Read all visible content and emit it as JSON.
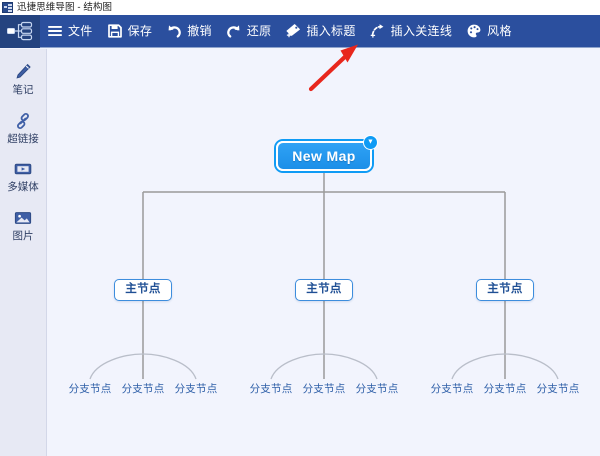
{
  "window": {
    "title": "迅捷思维导图 - 结构图",
    "app_icon": "mindmap-app-icon"
  },
  "toolbar": {
    "logo_icon": "mindmap-logo-icon",
    "background_color": "#2b4f9e",
    "items": [
      {
        "label": "文件",
        "icon": "hamburger-menu-icon"
      },
      {
        "label": "保存",
        "icon": "save-floppy-icon"
      },
      {
        "label": "撤销",
        "icon": "undo-arrow-icon"
      },
      {
        "label": "还原",
        "icon": "redo-arrow-icon"
      },
      {
        "label": "插入标题",
        "icon": "insert-tag-icon"
      },
      {
        "label": "插入关连线",
        "icon": "insert-connector-icon"
      },
      {
        "label": "风格",
        "icon": "style-palette-icon"
      }
    ]
  },
  "sidebar": {
    "background_color": "#e7e9f4",
    "items": [
      {
        "label": "笔记",
        "icon": "pencil-note-icon"
      },
      {
        "label": "超链接",
        "icon": "hyperlink-chain-icon"
      },
      {
        "label": "多媒体",
        "icon": "multimedia-video-icon"
      },
      {
        "label": "图片",
        "icon": "image-picture-icon"
      }
    ]
  },
  "canvas": {
    "background_color": "#f2f4fd",
    "connector_color": "#9a9a9a",
    "root": {
      "label": "New Map",
      "selected": true,
      "fill_color": "#1c8fe8",
      "text_color": "#ffffff",
      "collapse_badge_icon": "chevron-down-icon"
    },
    "main_nodes": [
      {
        "label": "主节点"
      },
      {
        "label": "主节点"
      },
      {
        "label": "主节点"
      }
    ],
    "branch_nodes": [
      {
        "label": "分支节点"
      },
      {
        "label": "分支节点"
      },
      {
        "label": "分支节点"
      },
      {
        "label": "分支节点"
      },
      {
        "label": "分支节点"
      },
      {
        "label": "分支节点"
      },
      {
        "label": "分支节点"
      },
      {
        "label": "分支节点"
      },
      {
        "label": "分支节点"
      }
    ]
  },
  "annotation": {
    "arrow_color": "#e8271d",
    "points_to": "插入标题"
  }
}
